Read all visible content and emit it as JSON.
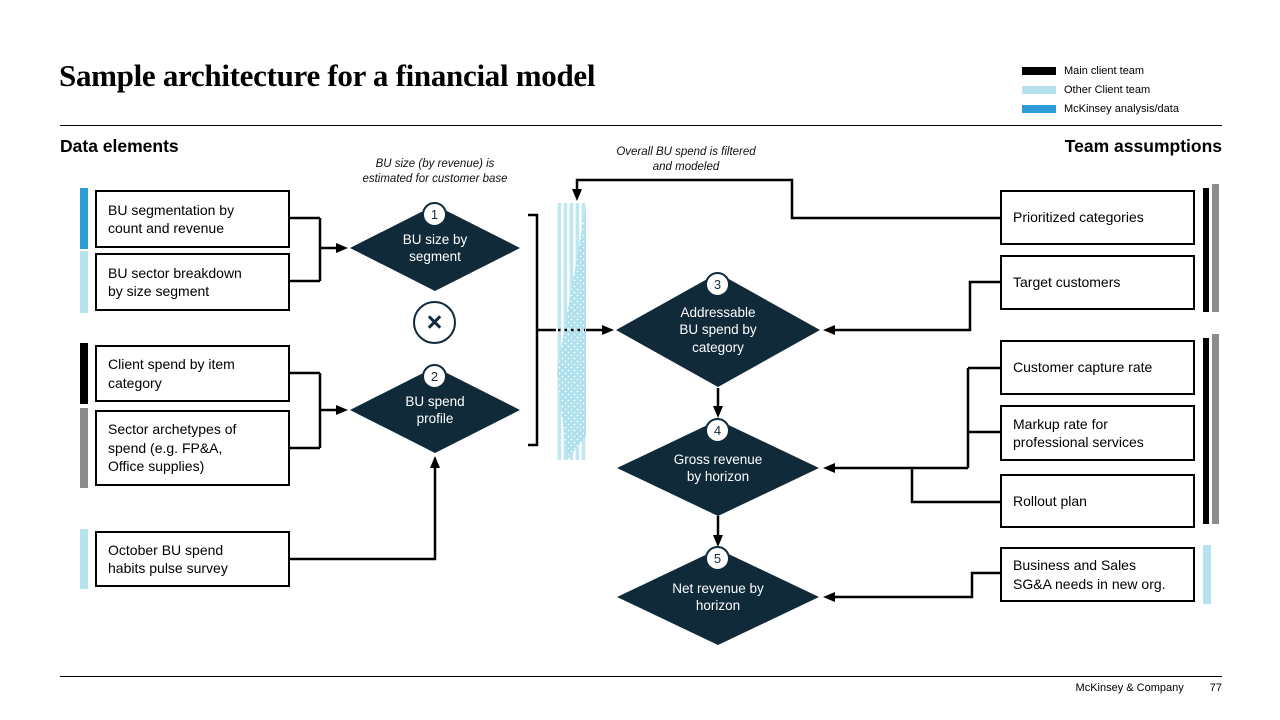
{
  "title": "Sample architecture for a financial model",
  "legend": {
    "items": [
      {
        "label": "Main client team",
        "color": "#000000"
      },
      {
        "label": "Other Client team",
        "color": "#b5e2ec"
      },
      {
        "label": "McKinsey analysis/data",
        "color": "#2e9bd9"
      }
    ]
  },
  "columns": {
    "left_header": "Data elements",
    "right_header": "Team assumptions"
  },
  "annotations": {
    "size_note": "BU size (by revenue) is\nestimated for customer base",
    "spend_note": "Overall BU spend is filtered\nand modeled"
  },
  "data_elements": [
    {
      "label": "BU segmentation by\ncount and revenue",
      "tag_color": "#2e9bd9"
    },
    {
      "label": "BU sector breakdown\nby size segment",
      "tag_color": "#b5e2ec"
    },
    {
      "label": "Client spend by item\ncategory",
      "tag_color": "#000000"
    },
    {
      "label": "Sector archetypes of\nspend (e.g. FP&A,\nOffice supplies)",
      "tag_color": "#8c8c8c"
    },
    {
      "label": "October BU spend\nhabits pulse survey",
      "tag_color": "#b5e2ec"
    }
  ],
  "process_nodes": [
    {
      "number": "1",
      "label": "BU size by\nsegment"
    },
    {
      "number": "2",
      "label": "BU spend\nprofile"
    },
    {
      "number": "3",
      "label": "Addressable\nBU spend by\ncategory"
    },
    {
      "number": "4",
      "label": "Gross revenue\nby horizon"
    },
    {
      "number": "5",
      "label": "Net revenue by\nhorizon"
    }
  ],
  "operator_symbol": "×",
  "team_assumptions": [
    {
      "label": "Prioritized categories"
    },
    {
      "label": "Target customers"
    },
    {
      "label": "Customer capture rate"
    },
    {
      "label": "Markup rate for\nprofessional services"
    },
    {
      "label": "Rollout plan"
    },
    {
      "label": "Business and Sales\nSG&A needs in new org.",
      "tag_color": "#b5e2ec"
    }
  ],
  "assumption_tag_colors": {
    "main": "#000000",
    "secondary": "#8c8c8c"
  },
  "colors": {
    "node_fill": "#102a3a",
    "line": "#000000",
    "filter_bar": "#b5e2ec"
  },
  "footer": {
    "company": "McKinsey & Company",
    "page": "77"
  }
}
